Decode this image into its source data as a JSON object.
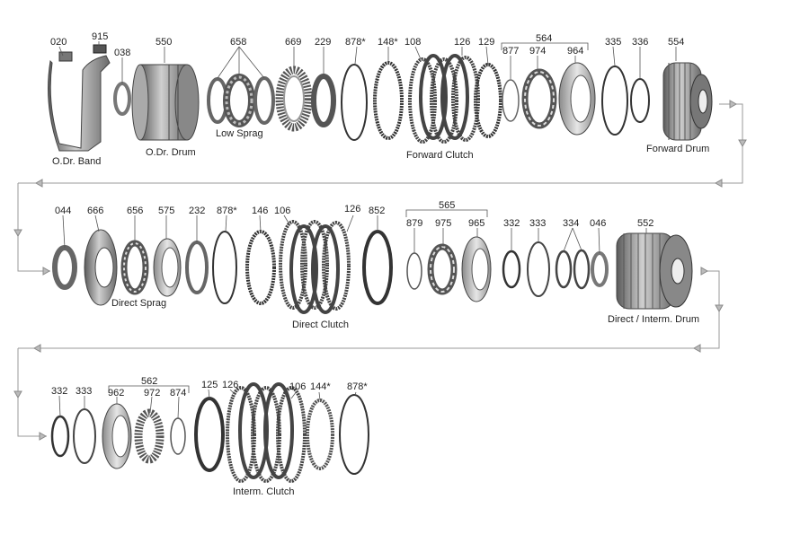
{
  "part_numbers": {
    "p020": "020",
    "p915": "915",
    "p038": "038",
    "p550": "550",
    "p658": "658",
    "p669": "669",
    "p229": "229",
    "p878a": "878*",
    "p148": "148*",
    "p108": "108",
    "p126a": "126",
    "p129": "129",
    "p564": "564",
    "p877": "877",
    "p974": "974",
    "p964": "964",
    "p335": "335",
    "p336": "336",
    "p554": "554",
    "p044": "044",
    "p666": "666",
    "p656": "656",
    "p575": "575",
    "p232": "232",
    "p878b": "878*",
    "p146": "146",
    "p106a": "106",
    "p126b": "126",
    "p852": "852",
    "p565": "565",
    "p879": "879",
    "p975": "975",
    "p965": "965",
    "p332a": "332",
    "p333a": "333",
    "p334": "334",
    "p046": "046",
    "p552": "552",
    "p332b": "332",
    "p333b": "333",
    "p562": "562",
    "p962": "962",
    "p972": "972",
    "p874": "874",
    "p125": "125",
    "p126c": "126",
    "p106b": "106",
    "p144": "144*",
    "p878c": "878*"
  },
  "captions": {
    "od_band": "O.Dr. Band",
    "od_drum": "O.Dr. Drum",
    "low_sprag": "Low  Sprag",
    "forward_clutch": "Forward  Clutch",
    "forward_drum": "Forward  Drum",
    "direct_sprag": "Direct Sprag",
    "direct_clutch": "Direct Clutch",
    "direct_interm_drum": "Direct / Interm. Drum",
    "interm_clutch": "Interm. Clutch"
  }
}
